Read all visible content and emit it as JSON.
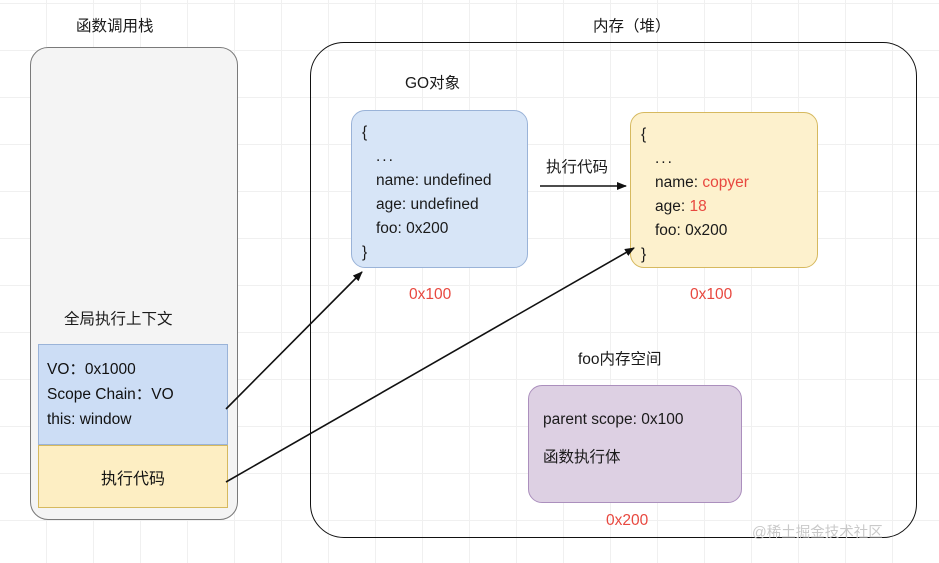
{
  "stack": {
    "title": "函数调用栈",
    "context_title": "全局执行上下文",
    "vo_lines": [
      "VO：0x1000",
      "Scope Chain：VO",
      "this: window"
    ],
    "exec_code_label": "执行代码"
  },
  "heap": {
    "title": "内存（堆）",
    "go_object": {
      "title": "GO对象",
      "open_brace": "{",
      "dots": "...",
      "entries": [
        "name: undefined",
        "age: undefined",
        "foo: 0x200"
      ],
      "close_brace": "}",
      "address": "0x100"
    },
    "go_object_after": {
      "open_brace": "{",
      "dots": "...",
      "entries": [
        {
          "key": "name: ",
          "value": "copyer"
        },
        {
          "key": "age: ",
          "value": "18"
        },
        {
          "key": "foo: 0x200",
          "value": ""
        }
      ],
      "close_brace": "}",
      "address": "0x100"
    },
    "foo_space": {
      "title": "foo内存空间",
      "parent_scope": "parent scope: 0x100",
      "body": "函数执行体",
      "address": "0x200"
    }
  },
  "arrow_label": "执行代码",
  "watermark": "@稀土掘金技术社区",
  "colors": {
    "blue_fill": "#d7e5f7",
    "yellow_fill": "#fdf1cd",
    "purple_fill": "#ddd0e3",
    "address_red": "#e8483f",
    "panel_gray": "#f4f4f4"
  }
}
